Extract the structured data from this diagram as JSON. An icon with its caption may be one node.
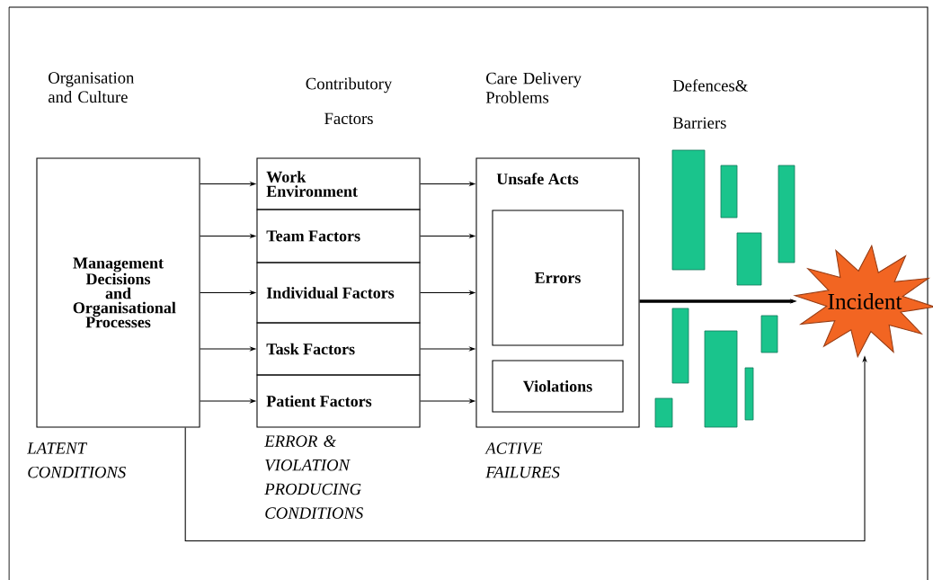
{
  "diagram": {
    "nodes": [
      {
        "text": [
          "Management Decisions and Organisational Processes"
        ]
      },
      {
        "text": [
          "Work Environment"
        ]
      },
      {
        "text": [
          "Team Factors"
        ]
      },
      {
        "text": [
          "Individual Factors"
        ]
      },
      {
        "text": [
          "Task Factors"
        ]
      },
      {
        "text": [
          "Patient Factors"
        ]
      },
      {
        "text": [
          "Unsafe Acts"
        ]
      },
      {
        "text": [
          "Errors"
        ],
        "in": 6
      },
      {
        "text": [
          "Violations"
        ],
        "in": 6
      },
      {
        "text": [
          "Incident"
        ]
      }
    ],
    "edges": [
      {
        "from": 0,
        "to": 1,
        "arrow": "to"
      },
      {
        "from": 0,
        "to": 2,
        "arrow": "to"
      },
      {
        "from": 0,
        "to": 3,
        "arrow": "to"
      },
      {
        "from": 0,
        "to": 4,
        "arrow": "to"
      },
      {
        "from": 0,
        "to": 5,
        "arrow": "to"
      },
      {
        "from": 1,
        "to": 6,
        "arrow": "to"
      },
      {
        "from": 2,
        "to": 6,
        "arrow": "to"
      },
      {
        "from": 3,
        "to": 6,
        "arrow": "to"
      },
      {
        "from": 4,
        "to": 6,
        "arrow": "to"
      },
      {
        "from": 5,
        "to": 6,
        "arrow": "to"
      },
      {
        "from": 6,
        "to": 9,
        "arrow": "to",
        "style": "thick"
      },
      {
        "from": 0,
        "to": 9,
        "arrow": "to"
      }
    ],
    "labels": [
      "Organisation and Culture",
      "Contributory Factors",
      "Care Delivery Problems",
      "Defences& Barriers",
      "LATENT CONDITIONS",
      "ERROR & VIOLATION PRODUCING CONDITIONS",
      "ACTIVE FAILURES"
    ]
  }
}
